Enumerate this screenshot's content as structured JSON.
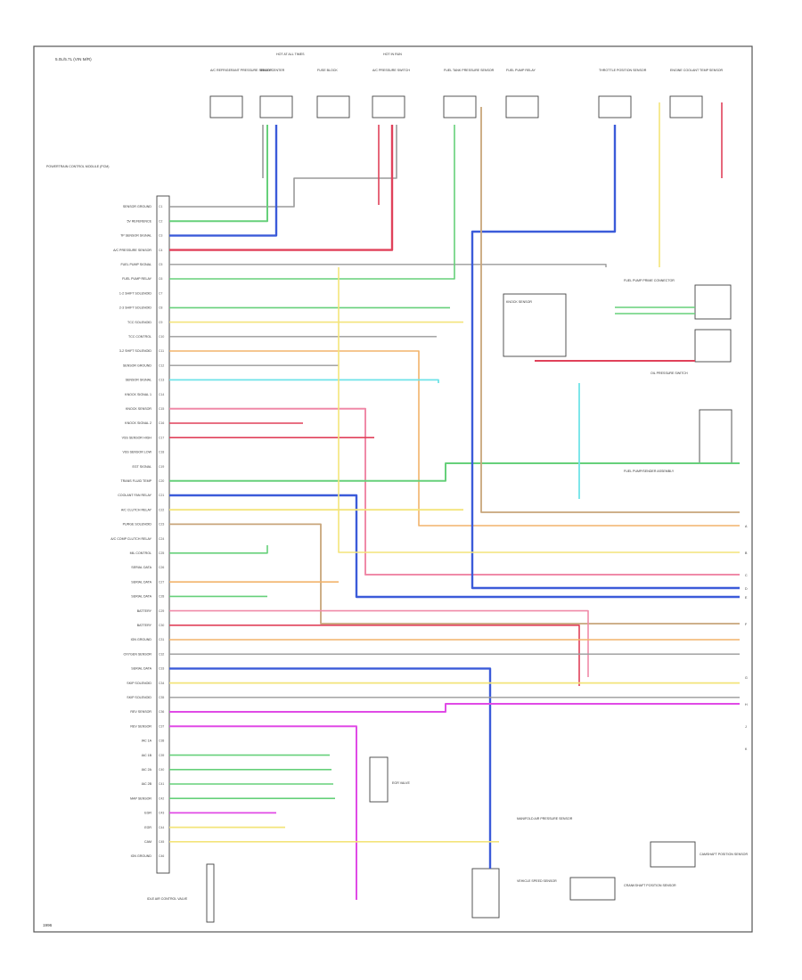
{
  "diagram": {
    "title": "5.0L/5.7L (VIN M/R)",
    "footer": "1996",
    "top_labels": [
      "HOT AT ALL TIMES",
      "HOT IN RUN"
    ],
    "ecm_title": "POWERTRAIN CONTROL MODULE (PCM)",
    "components_top": [
      "A/C REFRIGERANT PRESSURE SENSOR",
      "RELAY CENTER",
      "FUSE BLOCK",
      "A/C PRESSURE SWITCH",
      "FUEL TANK PRESSURE SENSOR",
      "FUEL PUMP RELAY",
      "THROTTLE POSITION SENSOR",
      "ENGINE COOLANT TEMP SENSOR"
    ],
    "pcm_pins": [
      {
        "pin": "C1",
        "label": "SENSOR GROUND"
      },
      {
        "pin": "C2",
        "label": "5V REFERENCE"
      },
      {
        "pin": "C3",
        "label": "TP SENSOR SIGNAL"
      },
      {
        "pin": "C4",
        "label": "A/C PRESSURE SENSOR"
      },
      {
        "pin": "C5",
        "label": "FUEL PUMP SIGNAL"
      },
      {
        "pin": "C6",
        "label": "FUEL PUMP RELAY"
      },
      {
        "pin": "C7",
        "label": "1-2 SHIFT SOLENOID"
      },
      {
        "pin": "C8",
        "label": "2-3 SHIFT SOLENOID"
      },
      {
        "pin": "C9",
        "label": "TCC SOLENOID"
      },
      {
        "pin": "C10",
        "label": "TCC CONTROL"
      },
      {
        "pin": "C11",
        "label": "3-2 SHIFT SOLENOID"
      },
      {
        "pin": "C12",
        "label": "SENSOR GROUND"
      },
      {
        "pin": "C13",
        "label": "SENSOR SIGNAL"
      },
      {
        "pin": "C14",
        "label": "KNOCK SIGNAL 1"
      },
      {
        "pin": "C15",
        "label": "KNOCK SENSOR"
      },
      {
        "pin": "C16",
        "label": "KNOCK SIGNAL 2"
      },
      {
        "pin": "C17",
        "label": "VSS SENSOR HIGH"
      },
      {
        "pin": "C18",
        "label": "VSS SENSOR LOW"
      },
      {
        "pin": "C19",
        "label": "EGT SIGNAL"
      },
      {
        "pin": "C20",
        "label": "TRANS FLUID TEMP"
      },
      {
        "pin": "C21",
        "label": "COOLANT FAN RELAY"
      },
      {
        "pin": "C22",
        "label": "A/C CLUTCH RELAY"
      },
      {
        "pin": "C23",
        "label": "PURGE SOLENOID"
      },
      {
        "pin": "C24",
        "label": "A/C COMP CLUTCH RELAY"
      },
      {
        "pin": "C25",
        "label": "MIL CONTROL"
      },
      {
        "pin": "C26",
        "label": "SERIAL DATA"
      },
      {
        "pin": "C27",
        "label": "SERIAL DATA"
      },
      {
        "pin": "C28",
        "label": "SERIAL DATA"
      },
      {
        "pin": "C29",
        "label": "BATTERY"
      },
      {
        "pin": "C30",
        "label": "BATTERY"
      },
      {
        "pin": "C31",
        "label": "IGN GROUND"
      },
      {
        "pin": "C32",
        "label": "OXYGEN SENSOR"
      },
      {
        "pin": "C33",
        "label": "SERIAL DATA"
      },
      {
        "pin": "C34",
        "label": "SKIP SOLENOID"
      },
      {
        "pin": "C35",
        "label": "SKIP SOLENOID"
      },
      {
        "pin": "C36",
        "label": "REV SENSOR"
      },
      {
        "pin": "C37",
        "label": "REV SENSOR"
      },
      {
        "pin": "C38",
        "label": "IAC 1A"
      },
      {
        "pin": "C39",
        "label": "IAC 1B"
      },
      {
        "pin": "C40",
        "label": "IAC 2A"
      },
      {
        "pin": "C41",
        "label": "IAC 2B"
      },
      {
        "pin": "C42",
        "label": "MAP SENSOR"
      },
      {
        "pin": "C43",
        "label": "EGR"
      },
      {
        "pin": "C44",
        "label": "EGR"
      },
      {
        "pin": "C45",
        "label": "CAM"
      },
      {
        "pin": "C46",
        "label": "IGN GROUND"
      }
    ],
    "components_mid": [
      "KNOCK SENSOR",
      "FUEL PUMP PRIME CONNECTOR",
      "OIL PRESSURE SWITCH",
      "FUEL PUMP/SENDER ASSEMBLY"
    ],
    "components_bottom": [
      "IDLE AIR CONTROL VALVE",
      "EGR VALVE",
      "VEHICLE SPEED SENSOR",
      "CRANKSHAFT POSITION SENSOR",
      "CAMSHAFT POSITION SENSOR",
      "MANIFOLD AIR PRESSURE SENSOR"
    ],
    "right_edge_labels": [
      "A",
      "B",
      "C",
      "D",
      "E",
      "F",
      "G",
      "H",
      "J",
      "K"
    ],
    "colors": {
      "blue": "#3b5bd9",
      "red": "#e0415a",
      "green": "#66d07a",
      "yellow": "#f3e47a",
      "orange": "#f2b36b",
      "pink": "#f08aa8",
      "magenta": "#e04ae6",
      "cyan": "#6fe3e8",
      "tan": "#c8a57a",
      "gray": "#9a9a9a",
      "black": "#333333"
    }
  }
}
